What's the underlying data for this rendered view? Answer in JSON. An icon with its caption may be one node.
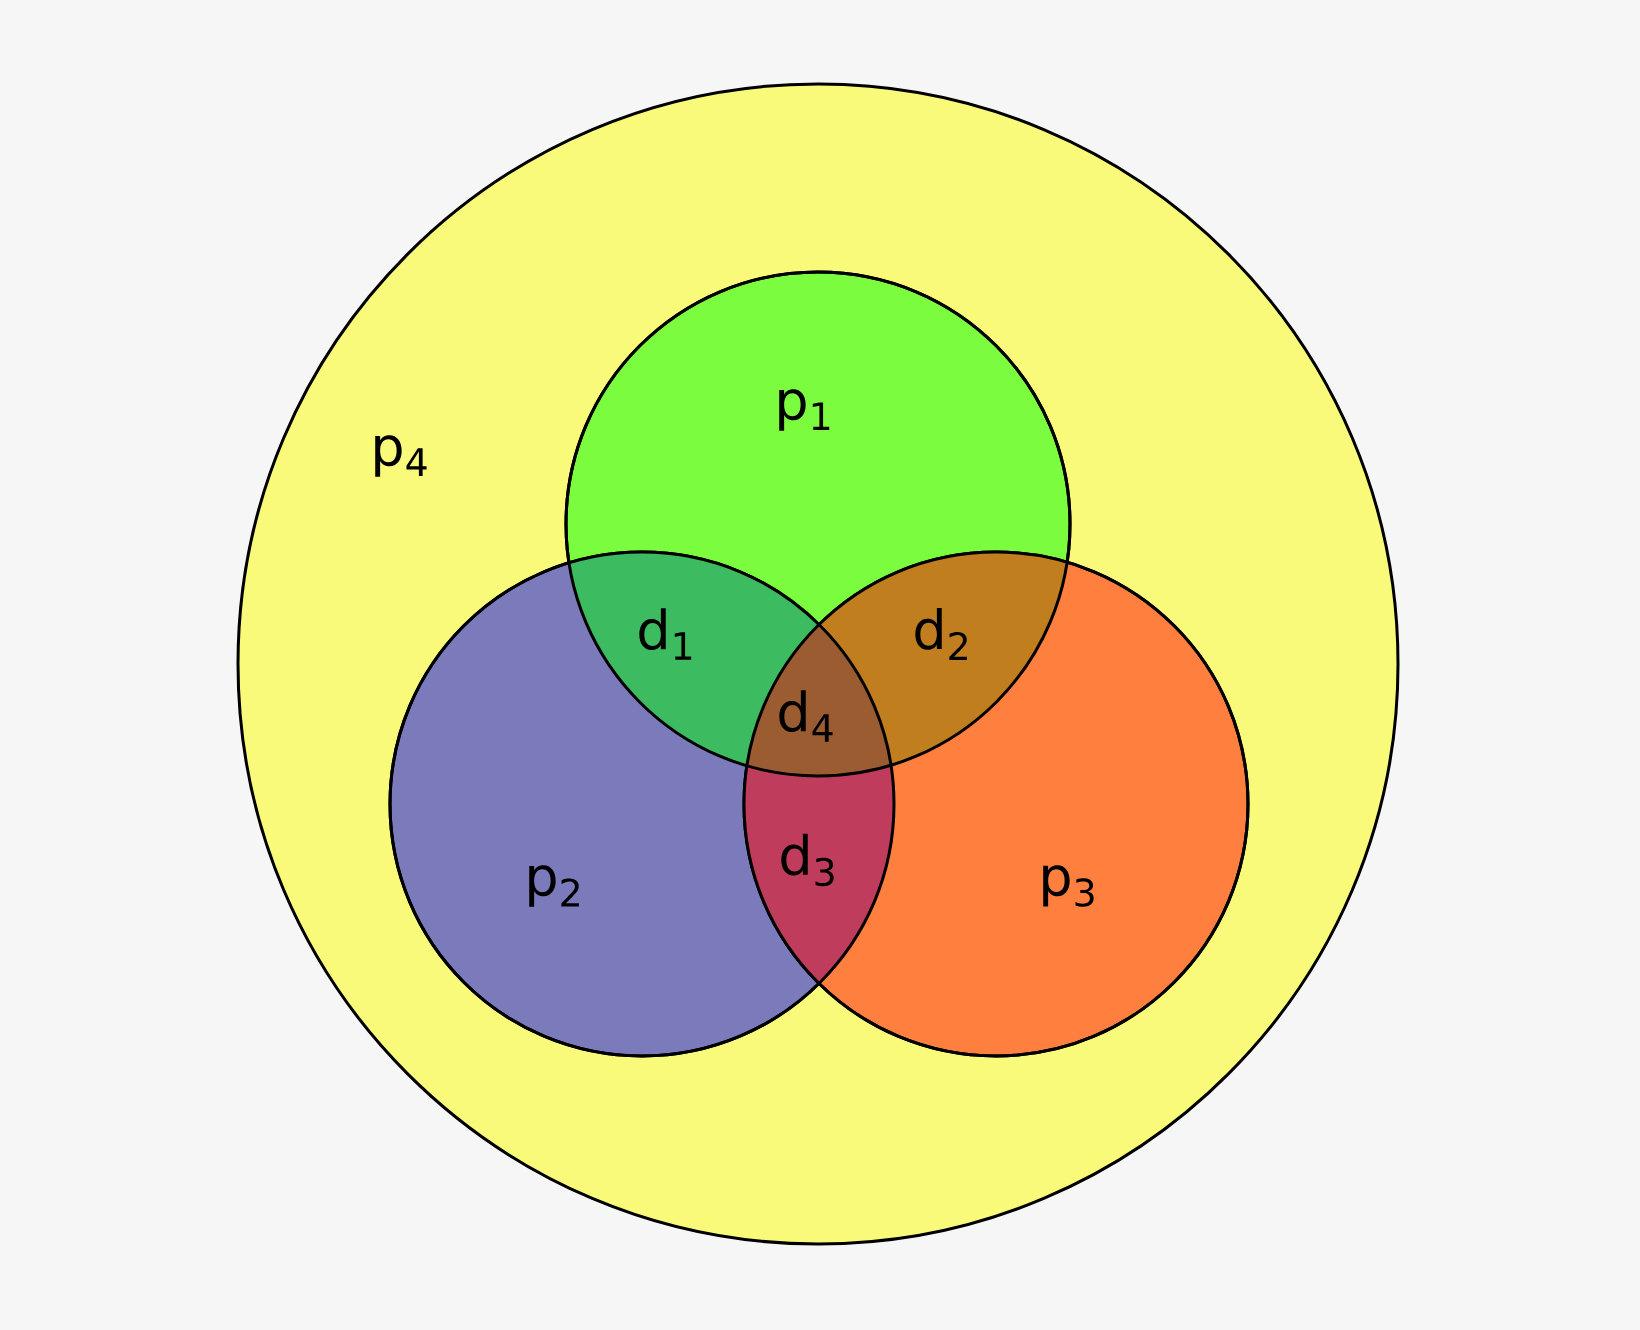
{
  "diagram": {
    "nodes": [
      {
        "text": [
          "p$_{4}$"
        ]
      },
      {
        "text": [
          "p$_{1}$"
        ],
        "in": 0
      },
      {
        "text": [
          "p$_{2}$"
        ],
        "in": 0
      },
      {
        "text": [
          "p$_{3}$"
        ],
        "in": 0
      }
    ],
    "labels": [
      "d$_{1}$",
      "d$_{2}$",
      "d$_{4}$",
      "d$_{3}$"
    ]
  }
}
